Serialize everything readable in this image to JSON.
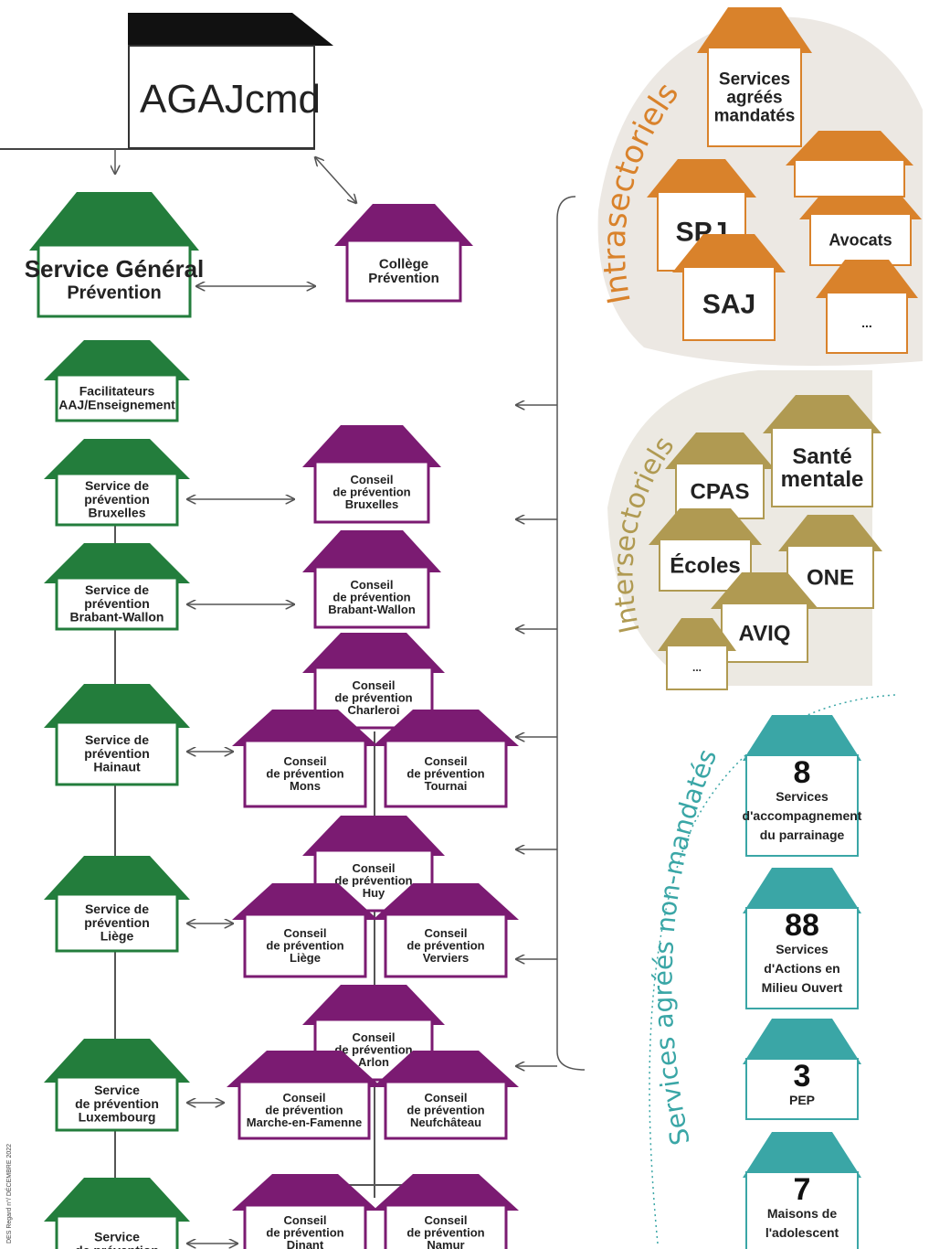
{
  "colors": {
    "green": "#237d3c",
    "purple": "#7b1b72",
    "orange": "#d9822b",
    "olive": "#b09a52",
    "teal": "#3aa6a6",
    "black": "#111111",
    "line": "#555555",
    "text": "#222222"
  },
  "headquarters": {
    "label": "AGAJcmd"
  },
  "green_services": [
    [
      "Service Général",
      "Prévention"
    ],
    [
      "Facilitateurs",
      "AAJ/Enseignement"
    ],
    [
      "Service de",
      "prévention",
      "Bruxelles"
    ],
    [
      "Service de",
      "prévention",
      "Brabant-Wallon"
    ],
    [
      "Service de",
      "prévention",
      "Hainaut"
    ],
    [
      "Service de",
      "prévention",
      "Liège"
    ],
    [
      "Service",
      "de prévention",
      "Luxembourg"
    ],
    [
      "Service",
      "de prévention"
    ]
  ],
  "purple_councils": {
    "college": [
      "Collège",
      "Prévention"
    ],
    "bruxelles": [
      "Conseil",
      "de prévention",
      "Bruxelles"
    ],
    "brabant": [
      "Conseil",
      "de prévention",
      "Brabant-Wallon"
    ],
    "charleroi": [
      "Conseil",
      "de prévention",
      "Charleroi"
    ],
    "mons": [
      "Conseil",
      "de prévention",
      "Mons"
    ],
    "tournai": [
      "Conseil",
      "de prévention",
      "Tournai"
    ],
    "huy": [
      "Conseil",
      "de prévention",
      "Huy"
    ],
    "liege": [
      "Conseil",
      "de prévention",
      "Liège"
    ],
    "verviers": [
      "Conseil",
      "de prévention",
      "Verviers"
    ],
    "arlon": [
      "Conseil",
      "de prévention",
      "Arlon"
    ],
    "marche": [
      "Conseil",
      "de prévention",
      "Marche-en-Famenne"
    ],
    "neufchateau": [
      "Conseil",
      "de prévention",
      "Neufchâteau"
    ],
    "dinant": [
      "Conseil",
      "de prévention",
      "Dinant"
    ],
    "namur": [
      "Conseil",
      "de prévention",
      "Namur"
    ]
  },
  "intrasectoriels": {
    "title": "Intrasectoriels",
    "houses": {
      "services": [
        "Services",
        "agréés",
        "mandatés"
      ],
      "spj": [
        "SPJ"
      ],
      "saj": [
        "SAJ"
      ],
      "avocats": [
        "Avocats"
      ],
      "more": [
        "..."
      ]
    }
  },
  "intersectoriels": {
    "title": "Intersectoriels",
    "houses": {
      "cpas": [
        "CPAS"
      ],
      "sante": [
        "Santé",
        "mentale"
      ],
      "ecoles": [
        "Écoles"
      ],
      "one": [
        "ONE"
      ],
      "aviq": [
        "AVIQ"
      ],
      "more": [
        "..."
      ]
    }
  },
  "non_mandates": {
    "title": "Services agréés non-mandatés",
    "items": [
      {
        "number": "8",
        "lines": [
          "Services",
          "d'accompagnement",
          "du parrainage"
        ]
      },
      {
        "number": "88",
        "lines": [
          "Services",
          "d'Actions en",
          "Milieu Ouvert"
        ]
      },
      {
        "number": "3",
        "lines": [
          "PEP"
        ]
      },
      {
        "number": "7",
        "lines": [
          "Maisons de",
          "l'adolescent"
        ]
      }
    ]
  },
  "side_caption": "DES Regard n°/ DÉCEMBRE 2022"
}
